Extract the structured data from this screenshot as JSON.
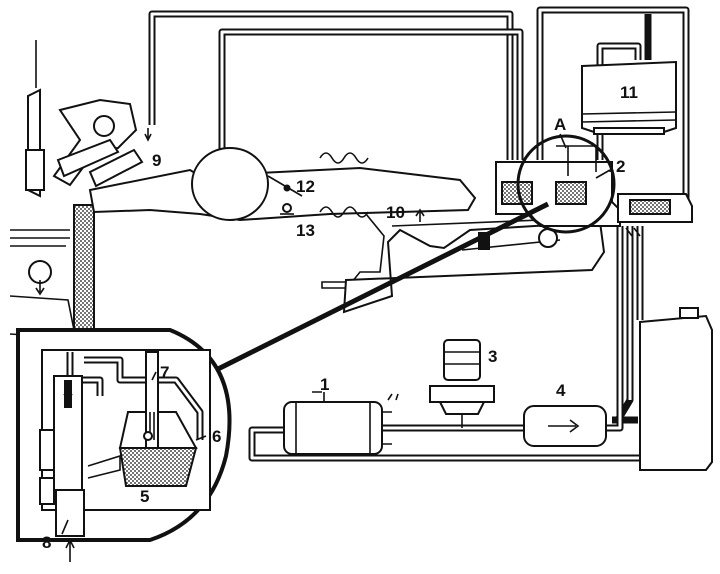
{
  "diagram": {
    "labels": {
      "l1": "1",
      "l2": "2",
      "l3": "3",
      "l4": "4",
      "l5": "5",
      "l6": "6",
      "l7": "7",
      "l8": "8",
      "l9": "9",
      "l10": "10",
      "l11": "11",
      "l12": "12",
      "l13": "13",
      "lA": "A"
    }
  }
}
